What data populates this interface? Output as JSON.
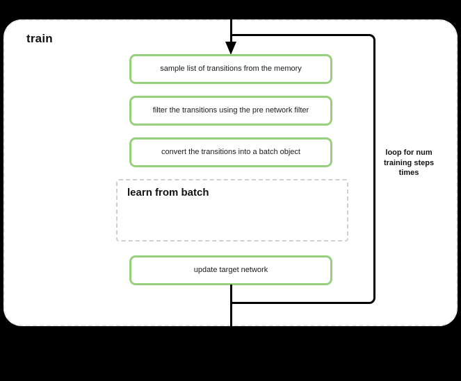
{
  "diagram": {
    "title": "train",
    "background_color": "#000000",
    "canvas_color": "#ffffff",
    "accent_color": "#96d07a",
    "connector_color": "#000000",
    "container_border_color": "#e6e6e6",
    "subgraph_border_color": "#cfcfcf"
  },
  "steps": [
    {
      "label": "sample list of transitions from the memory"
    },
    {
      "label": "filter the transitions using the pre network filter"
    },
    {
      "label": "convert the transitions into a batch object"
    },
    {
      "label": "update target network"
    }
  ],
  "subgraph": {
    "title": "learn from batch"
  },
  "loop": {
    "caption_line_1": "loop for num",
    "caption_line_2": "training steps",
    "caption_line_3": "times"
  }
}
